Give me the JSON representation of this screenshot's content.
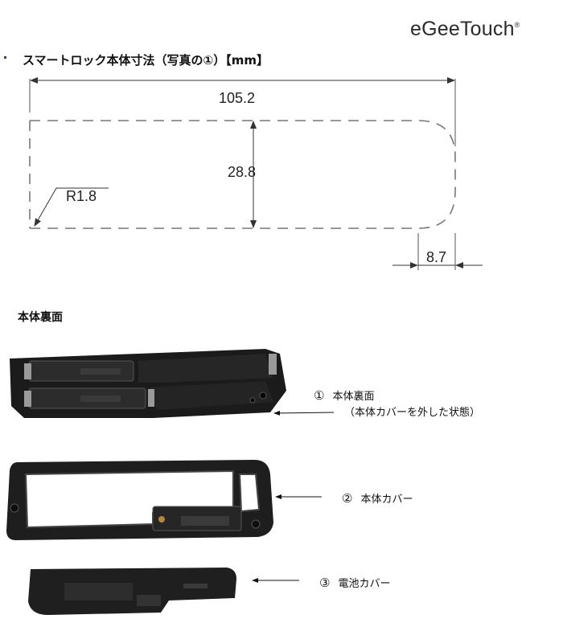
{
  "brand": {
    "logo_text": "eGeeTouch",
    "trademark": "®"
  },
  "diagram": {
    "title": "スマートロック本体寸法（写真の①）【mm】",
    "width_label": "105.2",
    "height_label": "28.8",
    "radius_label": "R1.8",
    "offset_label": "8.7"
  },
  "section_heading": "本体裏面",
  "parts": [
    {
      "number": "①",
      "name": "本体裏面",
      "note": "（本体カバーを外した状態）"
    },
    {
      "number": "②",
      "name": "本体カバー"
    },
    {
      "number": "③",
      "name": "電池カバー"
    }
  ]
}
